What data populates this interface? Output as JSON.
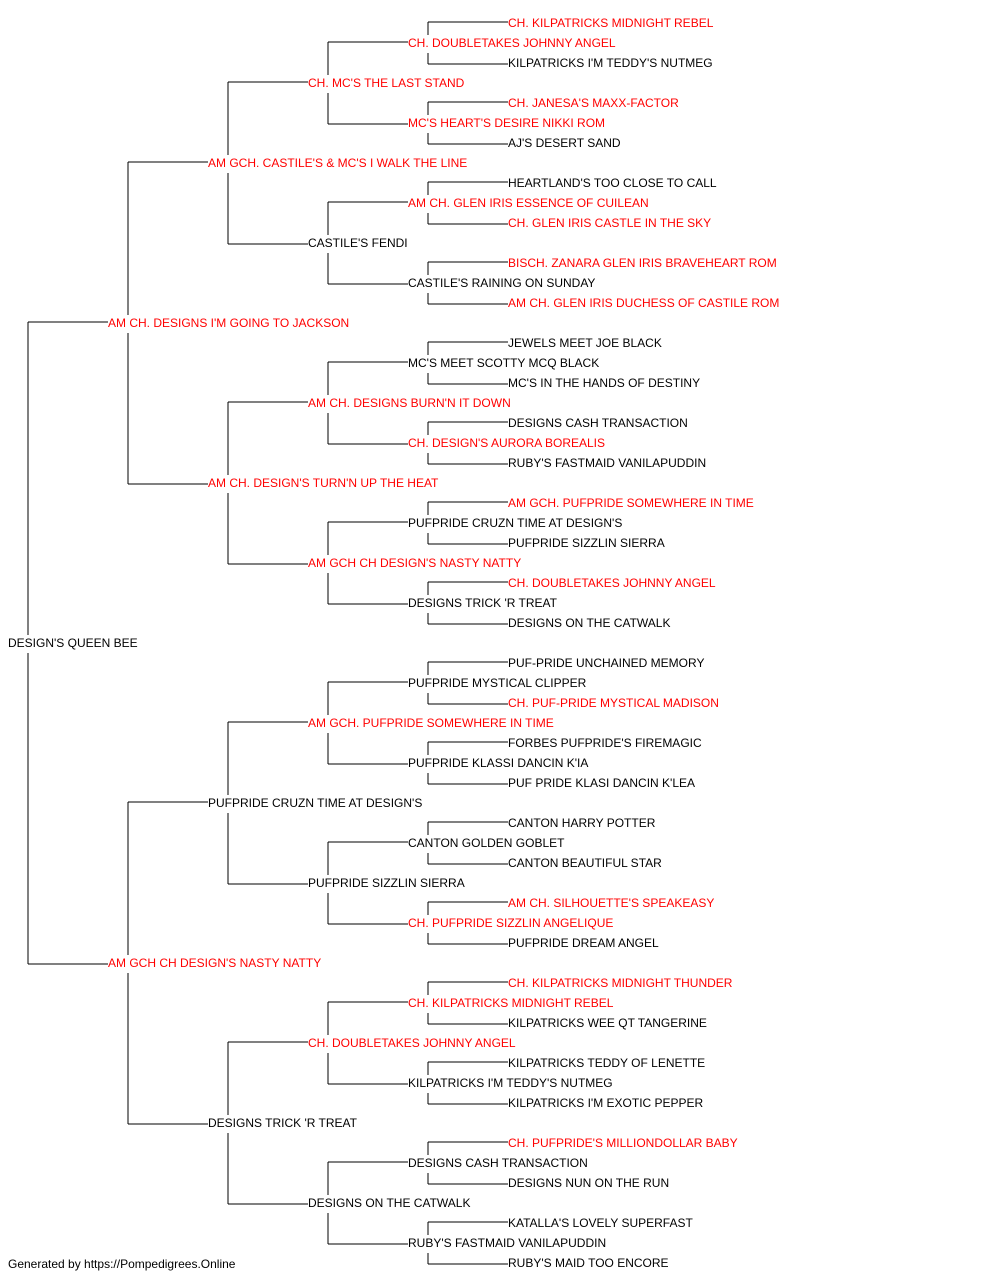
{
  "colors": {
    "champion": "#ff0000",
    "normal": "#000000",
    "line": "#000000"
  },
  "pedigree": {
    "name": "DESIGN'S QUEEN BEE",
    "champion": false,
    "sire": {
      "name": "AM CH. DESIGNS I'M GOING TO JACKSON",
      "champion": true,
      "sire": {
        "name": "AM GCH. CASTILE'S & MC'S I WALK THE LINE",
        "champion": true,
        "sire": {
          "name": "CH. MC'S THE LAST STAND",
          "champion": true,
          "sire": {
            "name": "CH. DOUBLETAKES JOHNNY ANGEL",
            "champion": true,
            "sire": {
              "name": "CH. KILPATRICKS MIDNIGHT REBEL",
              "champion": true
            },
            "dam": {
              "name": "KILPATRICKS I'M TEDDY'S NUTMEG",
              "champion": false
            }
          },
          "dam": {
            "name": "MC'S HEART'S DESIRE NIKKI ROM",
            "champion": true,
            "sire": {
              "name": "CH. JANESA'S MAXX-FACTOR",
              "champion": true
            },
            "dam": {
              "name": "AJ'S DESERT SAND",
              "champion": false
            }
          }
        },
        "dam": {
          "name": "CASTILE'S FENDI",
          "champion": false,
          "sire": {
            "name": "AM CH. GLEN IRIS ESSENCE OF CUILEAN",
            "champion": true,
            "sire": {
              "name": "HEARTLAND'S TOO CLOSE TO CALL",
              "champion": false
            },
            "dam": {
              "name": "CH. GLEN IRIS CASTLE IN THE SKY",
              "champion": true
            }
          },
          "dam": {
            "name": "CASTILE'S RAINING ON SUNDAY",
            "champion": false,
            "sire": {
              "name": "BISCH. ZANARA GLEN IRIS BRAVEHEART ROM",
              "champion": true
            },
            "dam": {
              "name": "AM CH. GLEN IRIS DUCHESS OF CASTILE ROM",
              "champion": true
            }
          }
        }
      },
      "dam": {
        "name": "AM CH. DESIGN'S TURN'N UP THE HEAT",
        "champion": true,
        "sire": {
          "name": "AM CH. DESIGNS BURN'N IT DOWN",
          "champion": true,
          "sire": {
            "name": "MC'S MEET SCOTTY MCQ BLACK",
            "champion": false,
            "sire": {
              "name": "JEWELS MEET JOE BLACK",
              "champion": false
            },
            "dam": {
              "name": "MC'S IN THE HANDS OF DESTINY",
              "champion": false
            }
          },
          "dam": {
            "name": "CH. DESIGN'S AURORA BOREALIS",
            "champion": true,
            "sire": {
              "name": "DESIGNS CASH TRANSACTION",
              "champion": false
            },
            "dam": {
              "name": "RUBY'S FASTMAID VANILAPUDDIN",
              "champion": false
            }
          }
        },
        "dam": {
          "name": "AM GCH CH DESIGN'S NASTY NATTY",
          "champion": true,
          "sire": {
            "name": "PUFPRIDE CRUZN TIME AT DESIGN'S",
            "champion": false,
            "sire": {
              "name": "AM GCH. PUFPRIDE SOMEWHERE IN TIME",
              "champion": true
            },
            "dam": {
              "name": "PUFPRIDE SIZZLIN SIERRA",
              "champion": false
            }
          },
          "dam": {
            "name": "DESIGNS TRICK 'R TREAT",
            "champion": false,
            "sire": {
              "name": "CH. DOUBLETAKES JOHNNY ANGEL",
              "champion": true
            },
            "dam": {
              "name": "DESIGNS ON THE CATWALK",
              "champion": false
            }
          }
        }
      }
    },
    "dam": {
      "name": "AM GCH CH DESIGN'S NASTY NATTY",
      "champion": true,
      "sire": {
        "name": "PUFPRIDE CRUZN TIME AT DESIGN'S",
        "champion": false,
        "sire": {
          "name": "AM GCH. PUFPRIDE SOMEWHERE IN TIME",
          "champion": true,
          "sire": {
            "name": "PUFPRIDE MYSTICAL CLIPPER",
            "champion": false,
            "sire": {
              "name": "PUF-PRIDE UNCHAINED MEMORY",
              "champion": false
            },
            "dam": {
              "name": "CH. PUF-PRIDE MYSTICAL MADISON",
              "champion": true
            }
          },
          "dam": {
            "name": "PUFPRIDE KLASSI DANCIN K'IA",
            "champion": false,
            "sire": {
              "name": "FORBES PUFPRIDE'S FIREMAGIC",
              "champion": false
            },
            "dam": {
              "name": "PUF PRIDE KLASI DANCIN K'LEA",
              "champion": false
            }
          }
        },
        "dam": {
          "name": "PUFPRIDE SIZZLIN SIERRA",
          "champion": false,
          "sire": {
            "name": "CANTON GOLDEN GOBLET",
            "champion": false,
            "sire": {
              "name": "CANTON HARRY POTTER",
              "champion": false
            },
            "dam": {
              "name": "CANTON BEAUTIFUL STAR",
              "champion": false
            }
          },
          "dam": {
            "name": "CH. PUFPRIDE SIZZLIN ANGELIQUE",
            "champion": true,
            "sire": {
              "name": "AM CH. SILHOUETTE'S SPEAKEASY",
              "champion": true
            },
            "dam": {
              "name": "PUFPRIDE DREAM ANGEL",
              "champion": false
            }
          }
        }
      },
      "dam": {
        "name": "DESIGNS TRICK 'R TREAT",
        "champion": false,
        "sire": {
          "name": "CH. DOUBLETAKES JOHNNY ANGEL",
          "champion": true,
          "sire": {
            "name": "CH. KILPATRICKS MIDNIGHT REBEL",
            "champion": true,
            "sire": {
              "name": "CH. KILPATRICKS MIDNIGHT THUNDER",
              "champion": true
            },
            "dam": {
              "name": "KILPATRICKS WEE QT TANGERINE",
              "champion": false
            }
          },
          "dam": {
            "name": "KILPATRICKS I'M TEDDY'S NUTMEG",
            "champion": false,
            "sire": {
              "name": "KILPATRICKS TEDDY OF LENETTE",
              "champion": false
            },
            "dam": {
              "name": "KILPATRICKS I'M EXOTIC PEPPER",
              "champion": false
            }
          }
        },
        "dam": {
          "name": "DESIGNS ON THE CATWALK",
          "champion": false,
          "sire": {
            "name": "DESIGNS CASH TRANSACTION",
            "champion": false,
            "sire": {
              "name": "CH. PUFPRIDE'S MILLIONDOLLAR BABY",
              "champion": true
            },
            "dam": {
              "name": "DESIGNS NUN ON THE RUN",
              "champion": false
            }
          },
          "dam": {
            "name": "RUBY'S FASTMAID VANILAPUDDIN",
            "champion": false,
            "sire": {
              "name": "KATALLA'S LOVELY SUPERFAST",
              "champion": false
            },
            "dam": {
              "name": "RUBY'S MAID TOO ENCORE",
              "champion": false
            }
          }
        }
      }
    }
  },
  "footer": {
    "text": "Generated by https://Pompedigrees.Online"
  }
}
